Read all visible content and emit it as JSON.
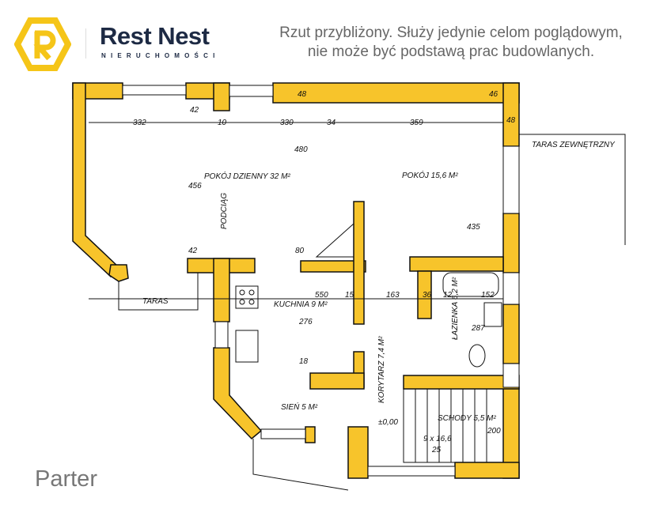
{
  "brand": {
    "name": "Rest Nest",
    "subtitle": "NIERUCHOMOŚCI",
    "logo_letter": "R",
    "accent_color": "#f5c518",
    "text_color": "#1d2a44"
  },
  "disclaimer": {
    "line1": "Rzut przybliżony. Służy jedynie celom poglądowym,",
    "line2": "nie może być podstawą prac budowlanych."
  },
  "floor_label": "Parter",
  "plan": {
    "wall_color": "#f7c42b",
    "rooms": {
      "living": "POKÓJ DZIENNY 32 M²",
      "room": "POKÓJ 15,6 M²",
      "kitchen": "KUCHNIA 9 M²",
      "bathroom": "ŁAZIENKA 6,2 M²",
      "corridor": "KORYTARZ 7,4 M²",
      "hall": "SIEŃ 5 M²",
      "stairs": "SCHODY 5,5 M²",
      "stairs_steps": "9 x 16,6",
      "terrace": "TARAS",
      "outer_terrace": "TARAS ZEWNĘTRZNY",
      "beam": "PODCIĄG",
      "level": "±0,00"
    },
    "dims": [
      "332",
      "42",
      "10",
      "330",
      "34",
      "359",
      "48",
      "48",
      "46",
      "480",
      "456",
      "42",
      "80",
      "435",
      "550",
      "15",
      "163",
      "36",
      "12",
      "152",
      "276",
      "18",
      "287",
      "200",
      "25"
    ]
  }
}
